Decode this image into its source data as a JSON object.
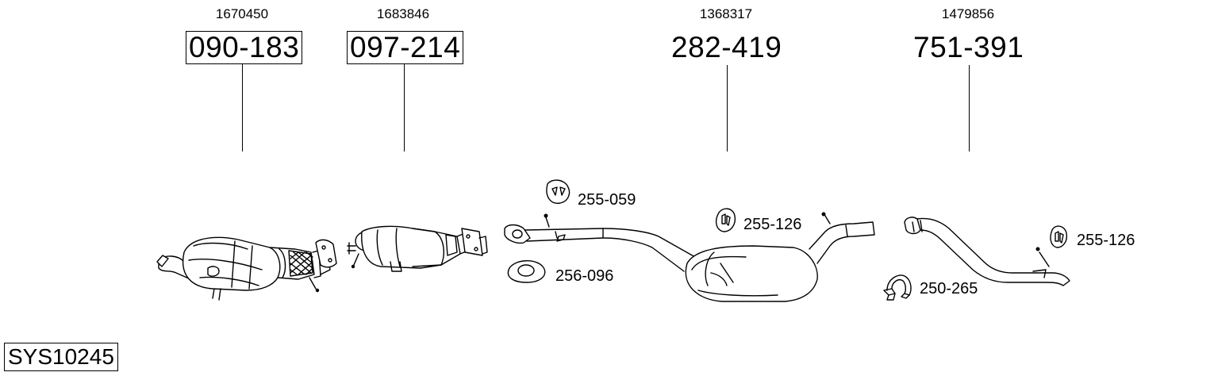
{
  "parts": [
    {
      "oe": "1670450",
      "number": "090-183",
      "boxed": true
    },
    {
      "oe": "1683846",
      "number": "097-214",
      "boxed": true
    },
    {
      "oe": "1368317",
      "number": "282-419",
      "boxed": false
    },
    {
      "oe": "1479856",
      "number": "751-391",
      "boxed": false
    }
  ],
  "accessories": [
    {
      "number": "255-059"
    },
    {
      "number": "255-126"
    },
    {
      "number": "256-096"
    },
    {
      "number": "250-265"
    },
    {
      "number": "255-126"
    }
  ],
  "system_code": "SYS10245"
}
